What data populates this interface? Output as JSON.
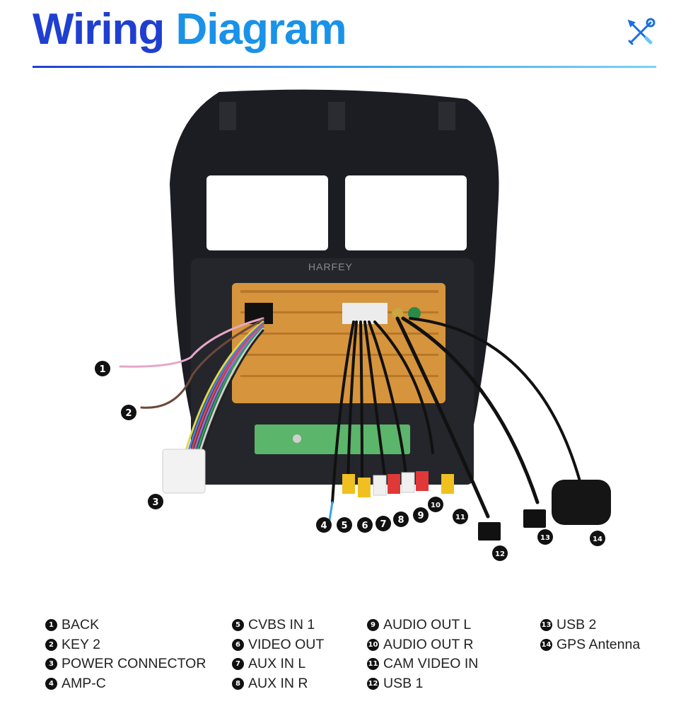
{
  "header": {
    "title_word1": "Wiring",
    "title_word2": "Diagram",
    "icon": "tools-icon"
  },
  "diagram": {
    "brand_label": "HARFEY",
    "callouts": [
      "1",
      "2",
      "3",
      "4",
      "5",
      "6",
      "7",
      "8",
      "9",
      "10",
      "11",
      "12",
      "13",
      "14"
    ]
  },
  "legend": {
    "items": [
      {
        "num": "1",
        "label": "BACK"
      },
      {
        "num": "2",
        "label": "KEY 2"
      },
      {
        "num": "3",
        "label": "POWER CONNECTOR"
      },
      {
        "num": "4",
        "label": "AMP-C"
      },
      {
        "num": "5",
        "label": "CVBS IN 1"
      },
      {
        "num": "6",
        "label": "VIDEO OUT"
      },
      {
        "num": "7",
        "label": "AUX IN L"
      },
      {
        "num": "8",
        "label": "AUX IN R"
      },
      {
        "num": "9",
        "label": "AUDIO OUT L"
      },
      {
        "num": "10",
        "label": "AUDIO OUT R"
      },
      {
        "num": "11",
        "label": "CAM VIDEO IN"
      },
      {
        "num": "12",
        "label": "USB 1"
      },
      {
        "num": "13",
        "label": "USB 2"
      },
      {
        "num": "14",
        "label": "GPS Antenna"
      }
    ]
  },
  "colors": {
    "title_primary": "#1f3fd0",
    "title_secondary": "#1a92e8",
    "unit_body": "#d6943c",
    "bezel": "#1b1d22"
  }
}
